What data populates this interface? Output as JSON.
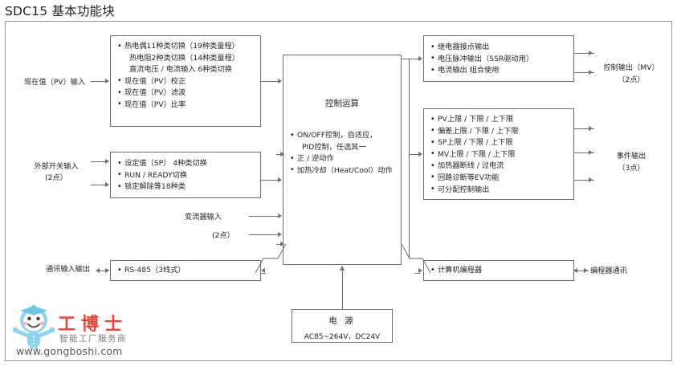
{
  "title": "SDC15 基本功能块",
  "blocks": {
    "pv_input": {
      "name": "pv-input-block",
      "lines": [
        {
          "text": "热电偶11种类切换（19种类量程）",
          "bullet": true
        },
        {
          "text": "热电阻2种类切换（14种类量程）",
          "bullet": false
        },
        {
          "text": "直流电压 / 电流输入  6种类切换",
          "bullet": false
        },
        {
          "text": "现在值（PV）校正",
          "bullet": true
        },
        {
          "text": "现在值（PV）滤波",
          "bullet": true
        },
        {
          "text": "现在值（PV）比率",
          "bullet": true
        }
      ]
    },
    "switch_input": {
      "name": "external-switch-input-block",
      "lines": [
        {
          "text": "设定值（SP）  4种类切换",
          "bullet": true
        },
        {
          "text": "RUN / READY切换",
          "bullet": true
        },
        {
          "text": "锁定解除等18种类",
          "bullet": true
        }
      ]
    },
    "control": {
      "name": "control-operation-block",
      "heading": "控制运算",
      "lines": [
        {
          "text": "ON/OFF控制，自适应，",
          "bullet": true
        },
        {
          "text": "PID控制，任选其一",
          "bullet": false
        },
        {
          "text": "正 / 逆动作",
          "bullet": true
        },
        {
          "text": "加热冷却（Heat/Cool）动作",
          "bullet": true
        }
      ]
    },
    "control_output": {
      "name": "control-output-block",
      "lines": [
        {
          "text": "继电器接点输出",
          "bullet": true
        },
        {
          "text": "电压脉冲输出（SSR驱动用）",
          "bullet": true
        },
        {
          "text": "电流输出  组合使用",
          "bullet": true
        }
      ]
    },
    "event_output": {
      "name": "event-output-block",
      "lines": [
        {
          "text": "PV上限 / 下限 / 上下限",
          "bullet": true
        },
        {
          "text": "偏差上限 / 下限 / 上下限",
          "bullet": true
        },
        {
          "text": "SP上限 / 下限 / 上下限",
          "bullet": true
        },
        {
          "text": "MV上限 / 下限 / 上下限",
          "bullet": true
        },
        {
          "text": "加热器断线 / 过电流",
          "bullet": true
        },
        {
          "text": "回路诊断等EV功能",
          "bullet": true
        },
        {
          "text": "可分配控制输出",
          "bullet": true
        }
      ]
    },
    "comm": {
      "name": "rs485-block",
      "lines": [
        {
          "text": "RS-485（3线式）",
          "bullet": true
        }
      ]
    },
    "programmer": {
      "name": "computer-programmer-block",
      "lines": [
        {
          "text": "计算机编程器",
          "bullet": true
        }
      ]
    },
    "power": {
      "name": "power-supply-block",
      "heading": "电 源",
      "spec": "AC85~264V，DC24V"
    }
  },
  "labels": {
    "pv_input": "现在值（PV）输入",
    "switch_input_l1": "外部开关输入",
    "switch_input_l2": "(2点）",
    "ct_input_l1": "变流器输入",
    "ct_input_l2": "(2点）",
    "comm_io": "通讯输入输出",
    "control_output_l1": "控制输出（MV）",
    "control_output_l2": "（2点）",
    "event_output_l1": "事件输出",
    "event_output_l2": "（3点）",
    "programmer_comm": "编程器通讯"
  },
  "watermark": {
    "brand": "工博士",
    "tagline": "智能工厂服务商",
    "url": "www.gongboshi.com"
  },
  "colors": {
    "line": "#6d6e71",
    "frame": "#9a9a9a",
    "text": "#231f20",
    "brand_red": "#e8443a",
    "mascot_blue": "#7ecbe8"
  }
}
